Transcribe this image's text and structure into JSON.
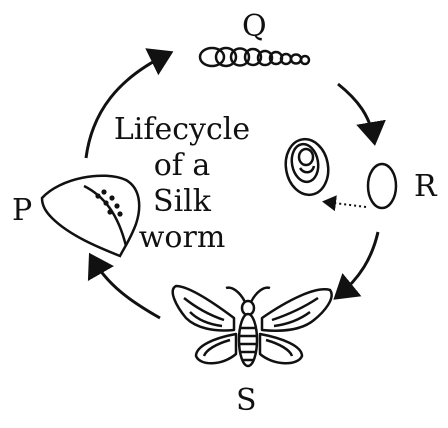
{
  "diagram": {
    "title_lines": [
      "Lifecycle",
      "of a",
      "Silk",
      "worm"
    ],
    "stages": [
      {
        "label": "Q",
        "depicts": "larva-caterpillar"
      },
      {
        "label": "R",
        "depicts": "pupa-cocoon"
      },
      {
        "label": "S",
        "depicts": "adult-moth"
      },
      {
        "label": "P",
        "depicts": "egg-on-leaf"
      }
    ]
  },
  "colors": {
    "ink": "#111111",
    "background": "#ffffff"
  }
}
